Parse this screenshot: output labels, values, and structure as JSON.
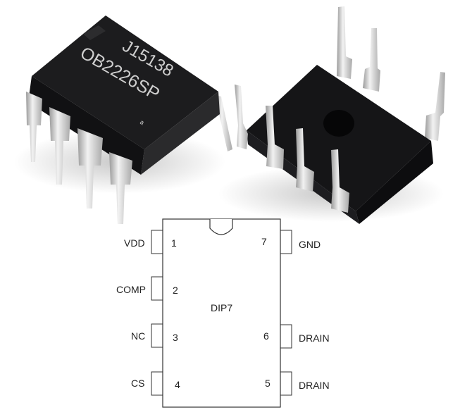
{
  "chip_left": {
    "marking_line1": "J15138",
    "marking_line2": "OB2226SP",
    "logo_mark": "a"
  },
  "diagram": {
    "package": "DIP7",
    "pins": [
      {
        "num": "1",
        "name": "VDD",
        "side": "left"
      },
      {
        "num": "2",
        "name": "COMP",
        "side": "left"
      },
      {
        "num": "3",
        "name": "NC",
        "side": "left"
      },
      {
        "num": "4",
        "name": "CS",
        "side": "left"
      },
      {
        "num": "5",
        "name": "DRAIN",
        "side": "right"
      },
      {
        "num": "6",
        "name": "DRAIN",
        "side": "right"
      },
      {
        "num": "7",
        "name": "GND",
        "side": "right"
      }
    ]
  },
  "colors": {
    "chip_body": "#1a1a1c",
    "lead": "#d8d8d8",
    "marking": "#c8c8c8",
    "line": "#333333"
  }
}
